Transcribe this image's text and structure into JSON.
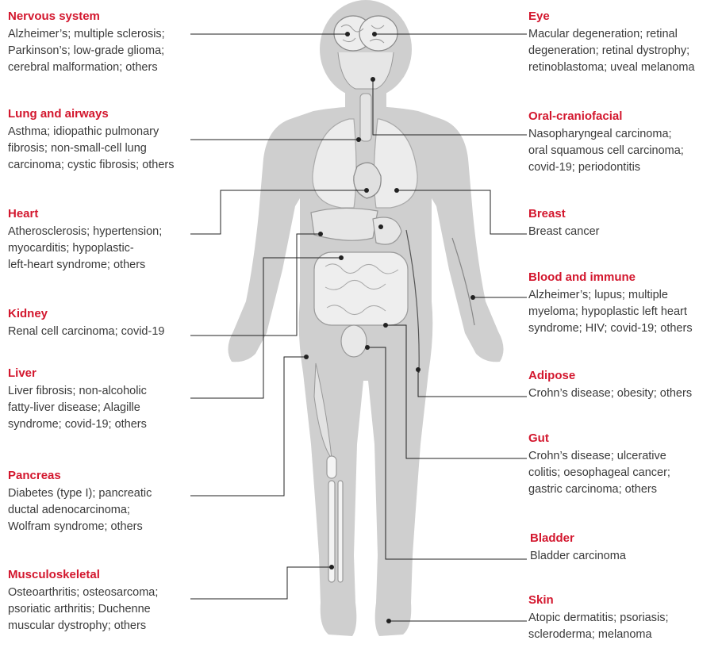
{
  "colors": {
    "heading": "#d3172e",
    "text": "#3a3a3a",
    "silhouette": "#cfcfcf",
    "organs": "#ececec",
    "leader": "#222222"
  },
  "left": [
    {
      "id": "nervous",
      "title": "Nervous system",
      "text": "Alzheimer’s; multiple sclerosis;\nParkinson’s; low-grade glioma;\ncerebral malformation; others"
    },
    {
      "id": "lung",
      "title": "Lung and airways",
      "text": "Asthma; idiopathic pulmonary\nfibrosis; non-small-cell lung\ncarcinoma; cystic fibrosis; others"
    },
    {
      "id": "heart",
      "title": "Heart",
      "text": "Atherosclerosis; hypertension;\nmyocarditis; hypoplastic-\nleft-heart syndrome; others"
    },
    {
      "id": "kidney",
      "title": "Kidney",
      "text": "Renal cell carcinoma; covid-19"
    },
    {
      "id": "liver",
      "title": "Liver",
      "text": "Liver fibrosis; non-alcoholic\nfatty-liver disease; Alagille\nsyndrome; covid-19; others"
    },
    {
      "id": "pancreas",
      "title": "Pancreas",
      "text": "Diabetes (type I); pancreatic\nductal adenocarcinoma;\nWolfram syndrome; others"
    },
    {
      "id": "musculo",
      "title": "Musculoskeletal",
      "text": "Osteoarthritis; osteosarcoma;\npsoriatic arthritis; Duchenne\nmuscular dystrophy; others"
    }
  ],
  "right": [
    {
      "id": "eye",
      "title": "Eye",
      "text": "Macular degeneration; retinal\ndegeneration; retinal dystrophy;\nretinoblastoma; uveal melanoma"
    },
    {
      "id": "oral",
      "title": "Oral-craniofacial",
      "text": "Nasopharyngeal carcinoma;\noral squamous cell carcinoma;\ncovid-19; periodontitis"
    },
    {
      "id": "breast",
      "title": "Breast",
      "text": "Breast cancer"
    },
    {
      "id": "blood",
      "title": "Blood and immune",
      "text": "Alzheimer’s; lupus; multiple\nmyeloma; hypoplastic left heart\nsyndrome; HIV; covid-19; others"
    },
    {
      "id": "adipose",
      "title": "Adipose",
      "text": "Crohn’s disease; obesity; others"
    },
    {
      "id": "gut",
      "title": "Gut",
      "text": "Crohn’s disease; ulcerative\ncolitis; oesophageal cancer;\ngastric carcinoma; others"
    },
    {
      "id": "bladder",
      "title": "Bladder",
      "text": "Bladder carcinoma"
    },
    {
      "id": "skin",
      "title": "Skin",
      "text": "Atopic dermatitis; psoriasis;\nscleroderma; melanoma"
    }
  ]
}
